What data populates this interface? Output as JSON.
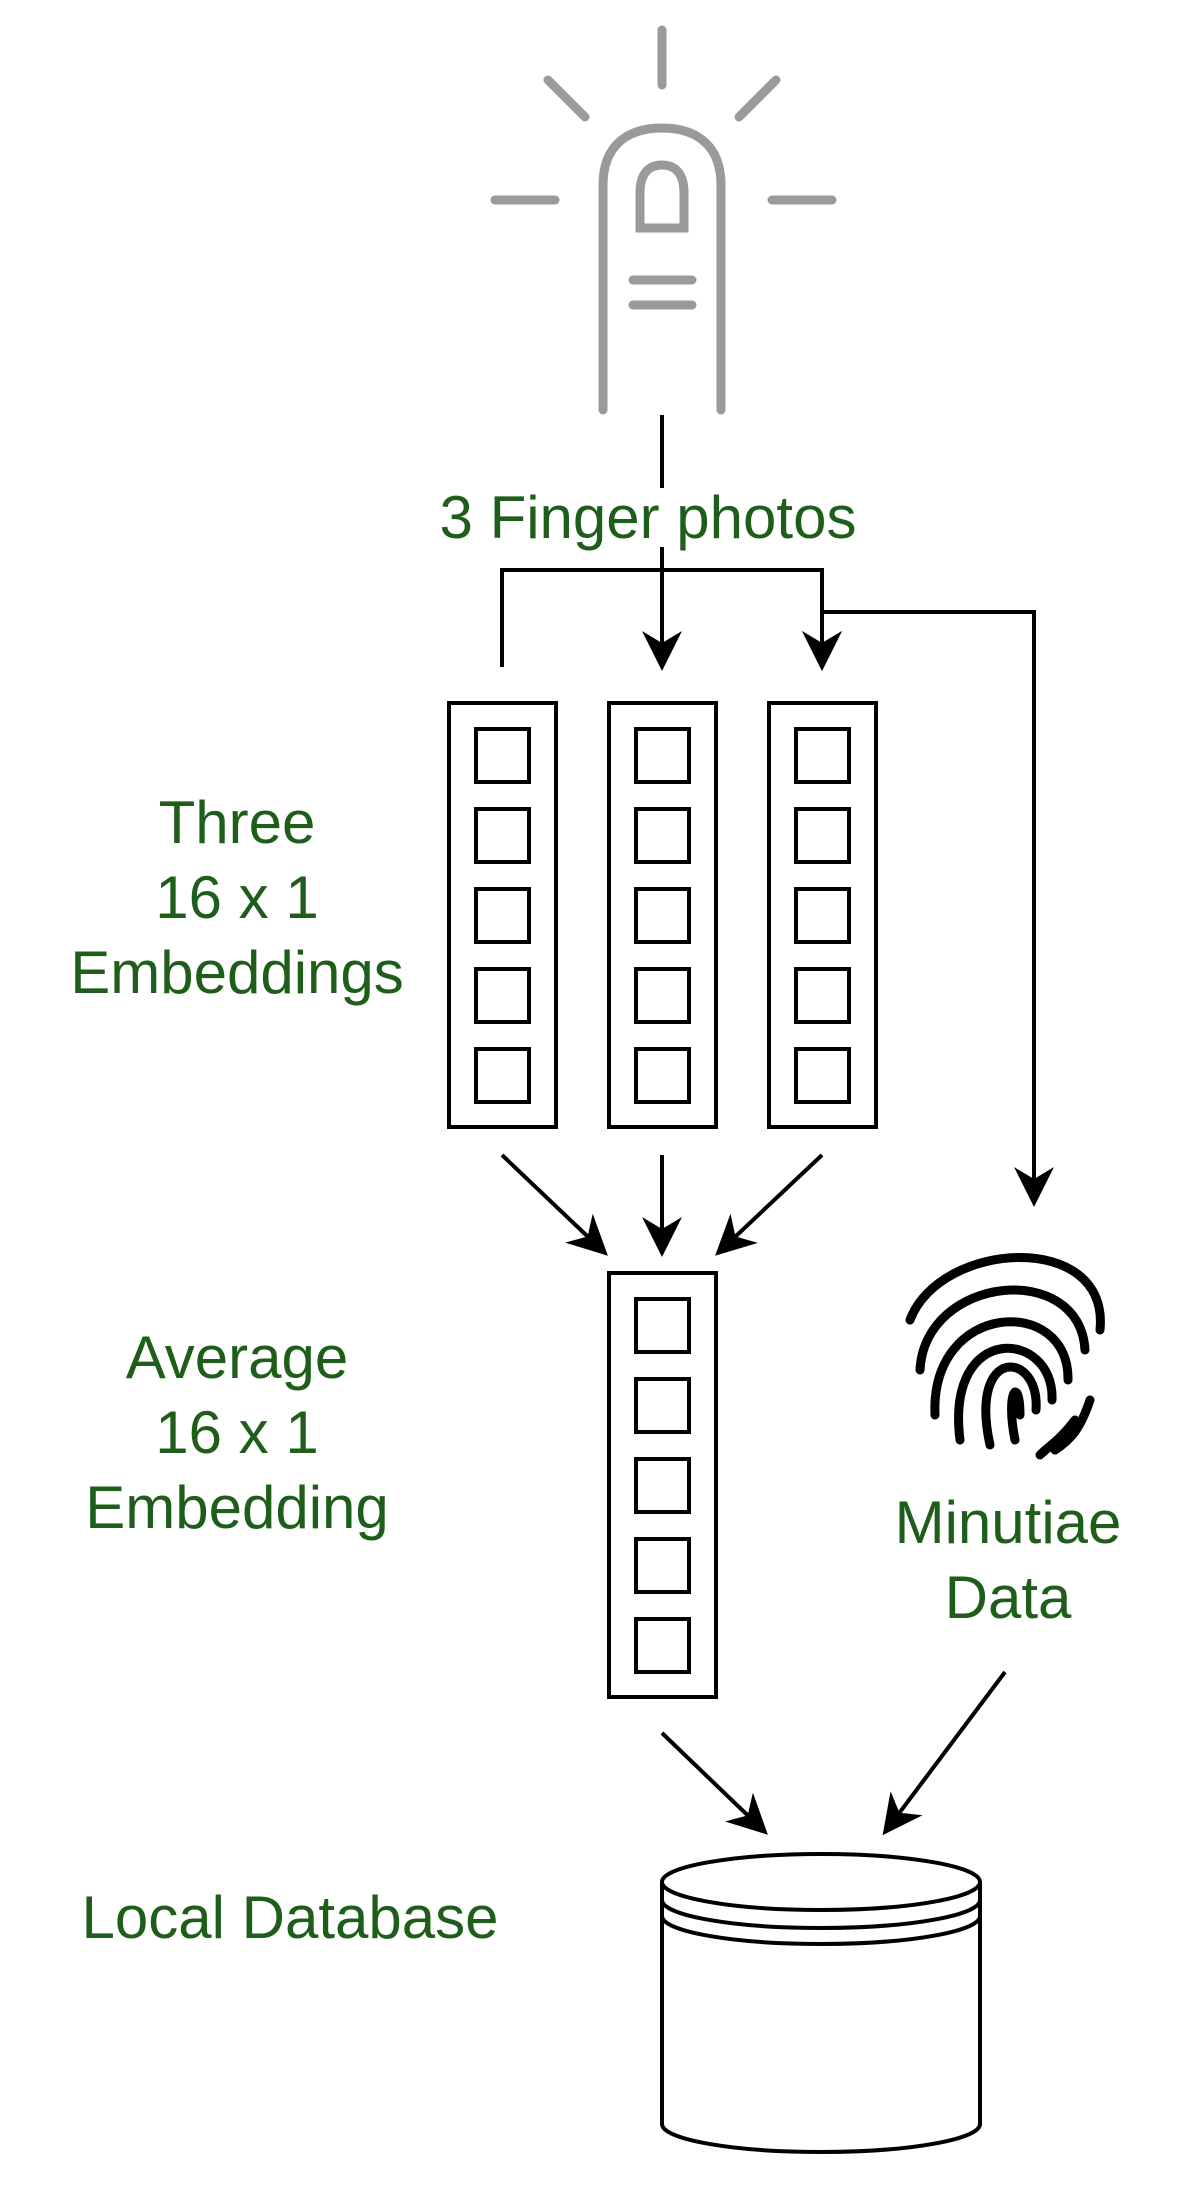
{
  "labels": {
    "finger_photos": "3 Finger photos",
    "three_embeddings": [
      "Three",
      "16 x 1",
      "Embeddings"
    ],
    "average_embedding": [
      "Average",
      "16 x 1",
      "Embedding"
    ],
    "minutiae": [
      "Minutiae",
      "Data"
    ],
    "local_database": "Local Database"
  },
  "icons": {
    "finger": "finger-touch-icon",
    "fingerprint": "fingerprint-icon",
    "database": "database-icon"
  },
  "colors": {
    "label_text": "#1f5e1a",
    "finger_icon": "#9a9a9a",
    "lines": "#000000"
  }
}
